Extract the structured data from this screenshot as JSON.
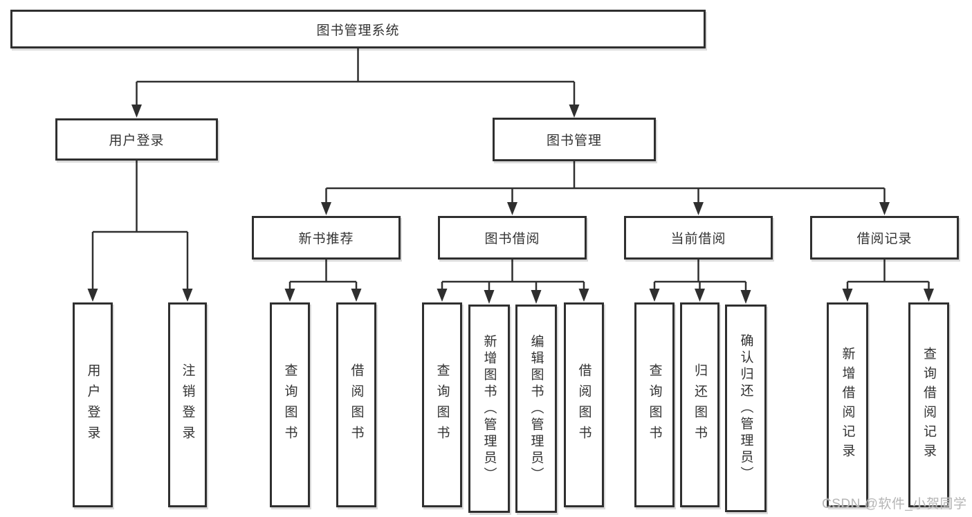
{
  "diagram": {
    "type": "hierarchy-tree",
    "nodes": {
      "root": "图书管理系统",
      "user_login": "用户登录",
      "book_mgmt": "图书管理",
      "new_book_rec": "新书推荐",
      "book_borrow": "图书借阅",
      "current_borrow": "当前借阅",
      "borrow_record": "借阅记录",
      "leaf_user_login": "用户登录",
      "leaf_logout": "注销登录",
      "leaf_rec_query": "查询图书",
      "leaf_rec_borrow": "借阅图书",
      "leaf_bb_query": "查询图书",
      "leaf_bb_add": "新增图书（管理员）",
      "leaf_bb_edit": "编辑图书（管理员）",
      "leaf_bb_borrow": "借阅图书",
      "leaf_cb_query": "查询图书",
      "leaf_cb_return": "归还图书",
      "leaf_cb_confirm": "确认归还（管理员）",
      "leaf_br_add": "新增借阅记录",
      "leaf_br_query": "查询借阅记录"
    },
    "edges": [
      [
        "图书管理系统",
        "用户登录"
      ],
      [
        "图书管理系统",
        "图书管理"
      ],
      [
        "用户登录",
        "用户登录(叶)"
      ],
      [
        "用户登录",
        "注销登录"
      ],
      [
        "图书管理",
        "新书推荐"
      ],
      [
        "图书管理",
        "图书借阅"
      ],
      [
        "图书管理",
        "当前借阅"
      ],
      [
        "图书管理",
        "借阅记录"
      ],
      [
        "新书推荐",
        "查询图书"
      ],
      [
        "新书推荐",
        "借阅图书"
      ],
      [
        "图书借阅",
        "查询图书"
      ],
      [
        "图书借阅",
        "新增图书（管理员）"
      ],
      [
        "图书借阅",
        "编辑图书（管理员）"
      ],
      [
        "图书借阅",
        "借阅图书"
      ],
      [
        "当前借阅",
        "查询图书"
      ],
      [
        "当前借阅",
        "归还图书"
      ],
      [
        "当前借阅",
        "确认归还（管理员）"
      ],
      [
        "借阅记录",
        "新增借阅记录"
      ],
      [
        "借阅记录",
        "查询借阅记录"
      ]
    ],
    "colors": {
      "line": "#2f2f2f",
      "text": "#333333",
      "box_fill": "#ffffff",
      "watermark": "#b5b5b5",
      "background": "#ffffff"
    }
  },
  "watermark": "CSDN @软件_小贺同学"
}
